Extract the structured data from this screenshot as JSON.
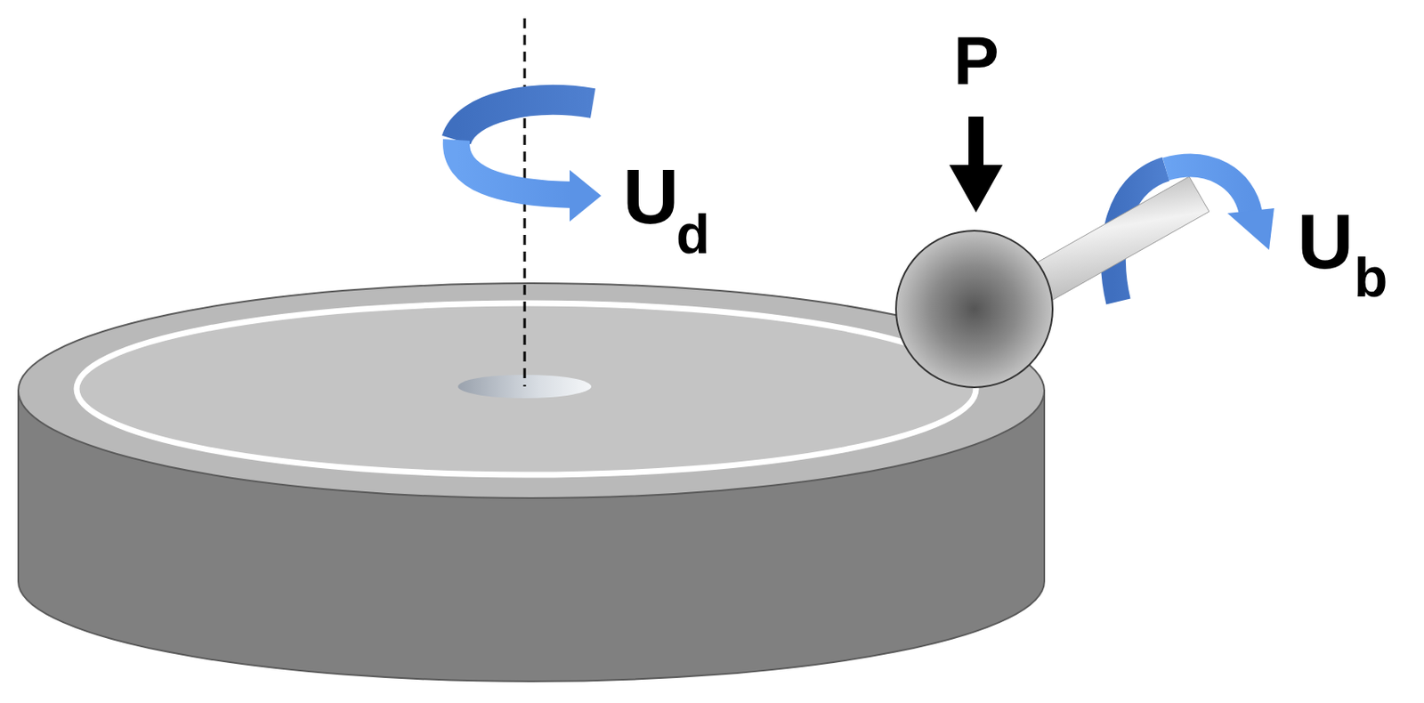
{
  "diagram": {
    "labels": [
      "U",
      "d",
      "P",
      "U",
      "b"
    ]
  }
}
